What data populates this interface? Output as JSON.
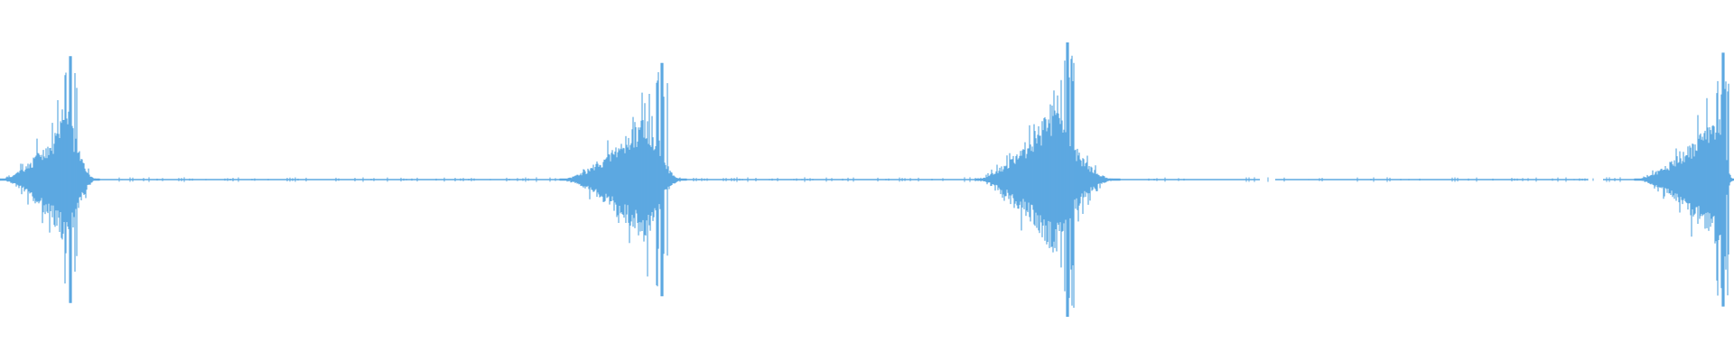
{
  "waveform": {
    "color": "#5DA9E1",
    "background": "#FFFFFF",
    "bursts": [
      {
        "peak_amplitude": 0.72
      },
      {
        "peak_amplitude": 0.68
      },
      {
        "peak_amplitude": 0.8
      },
      {
        "peak_amplitude": 0.74
      }
    ]
  }
}
